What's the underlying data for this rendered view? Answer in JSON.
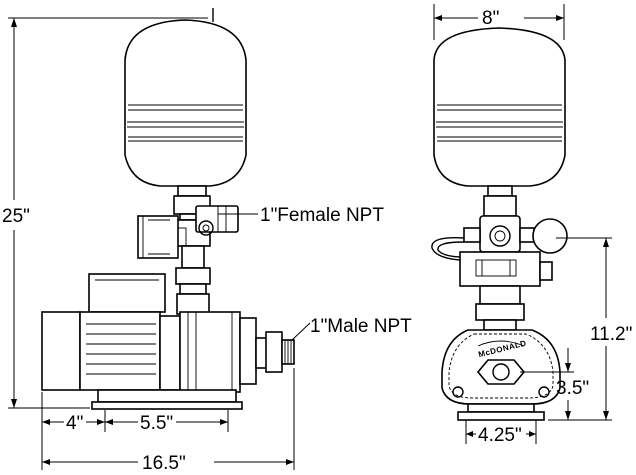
{
  "drawing": {
    "side_view": {
      "height_label": "25\"",
      "outlet_label": "1\"Female NPT",
      "inlet_label": "1\"Male NPT",
      "foot_offset_label": "4\"",
      "foot_span_label": "5.5\"",
      "length_label": "16.5\""
    },
    "front_view": {
      "tank_width_label": "8\"",
      "outlet_height_label": "11.2\"",
      "inlet_height_label": "3.5\"",
      "base_width_label": "4.25\"",
      "brand_text": "McDONALD"
    }
  }
}
